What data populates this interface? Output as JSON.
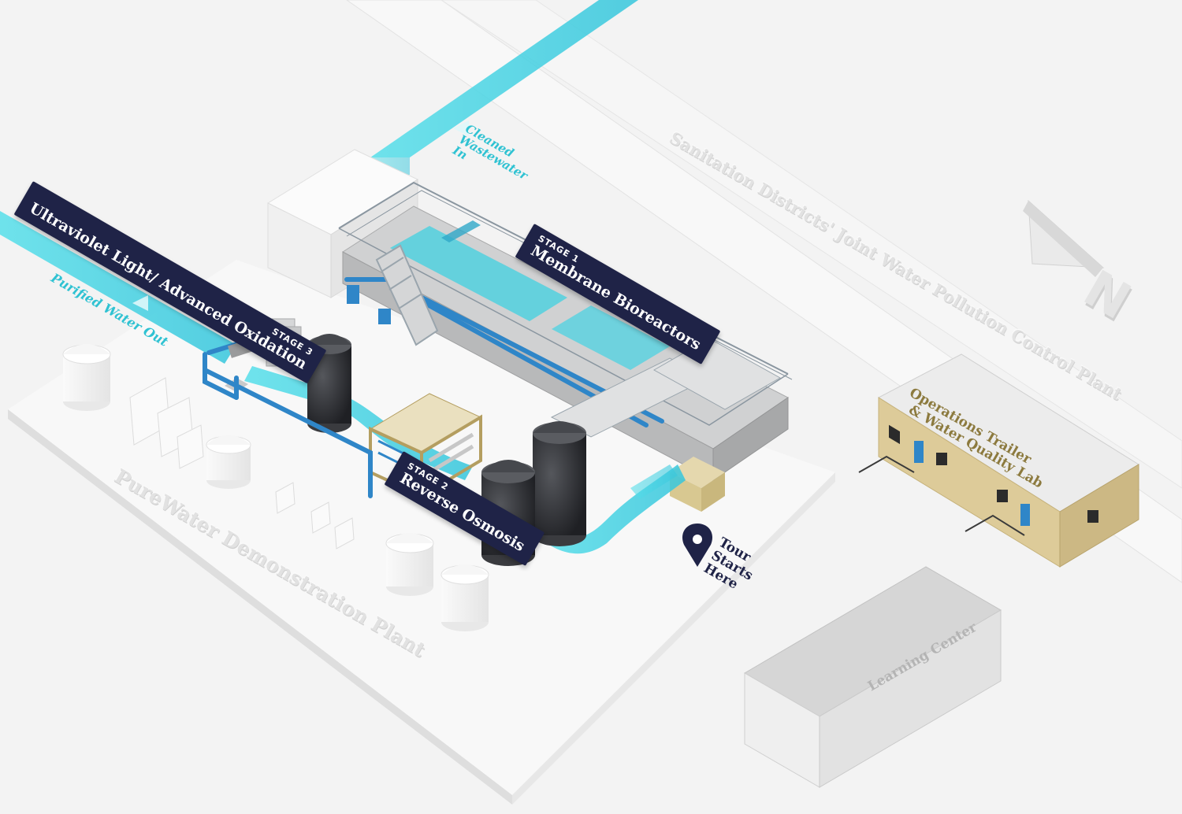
{
  "stages": {
    "stage1": {
      "tag": "STAGE 1",
      "name": "Membrane Bioreactors"
    },
    "stage2": {
      "tag": "STAGE 2",
      "name": "Reverse Osmosis"
    },
    "stage3": {
      "tag": "STAGE 3",
      "name": "Ultraviolet Light/ Advanced Oxidation"
    }
  },
  "flows": {
    "inlet": [
      "Cleaned",
      "Wastewater",
      "In"
    ],
    "outlet": "Purified Water Out"
  },
  "ground_labels": {
    "host_plant": "Sanitation Districts' Joint Water Pollution Control Plant",
    "demo_plant": "PureWater Demonstration Plant"
  },
  "buildings": {
    "trailer": [
      "Operations Trailer",
      "& Water Quality Lab"
    ],
    "learning_center": "Learning Center"
  },
  "tour": {
    "lines": [
      "Tour",
      "Starts",
      "Here"
    ]
  },
  "north_letter": "N",
  "colors": {
    "water": "#3fd3e2",
    "pipe": "#2f86c8",
    "label_bg": "#1f2347",
    "tank": "#2c2d31",
    "trailer": "#d9c795",
    "ground": "#f3f3f3"
  }
}
